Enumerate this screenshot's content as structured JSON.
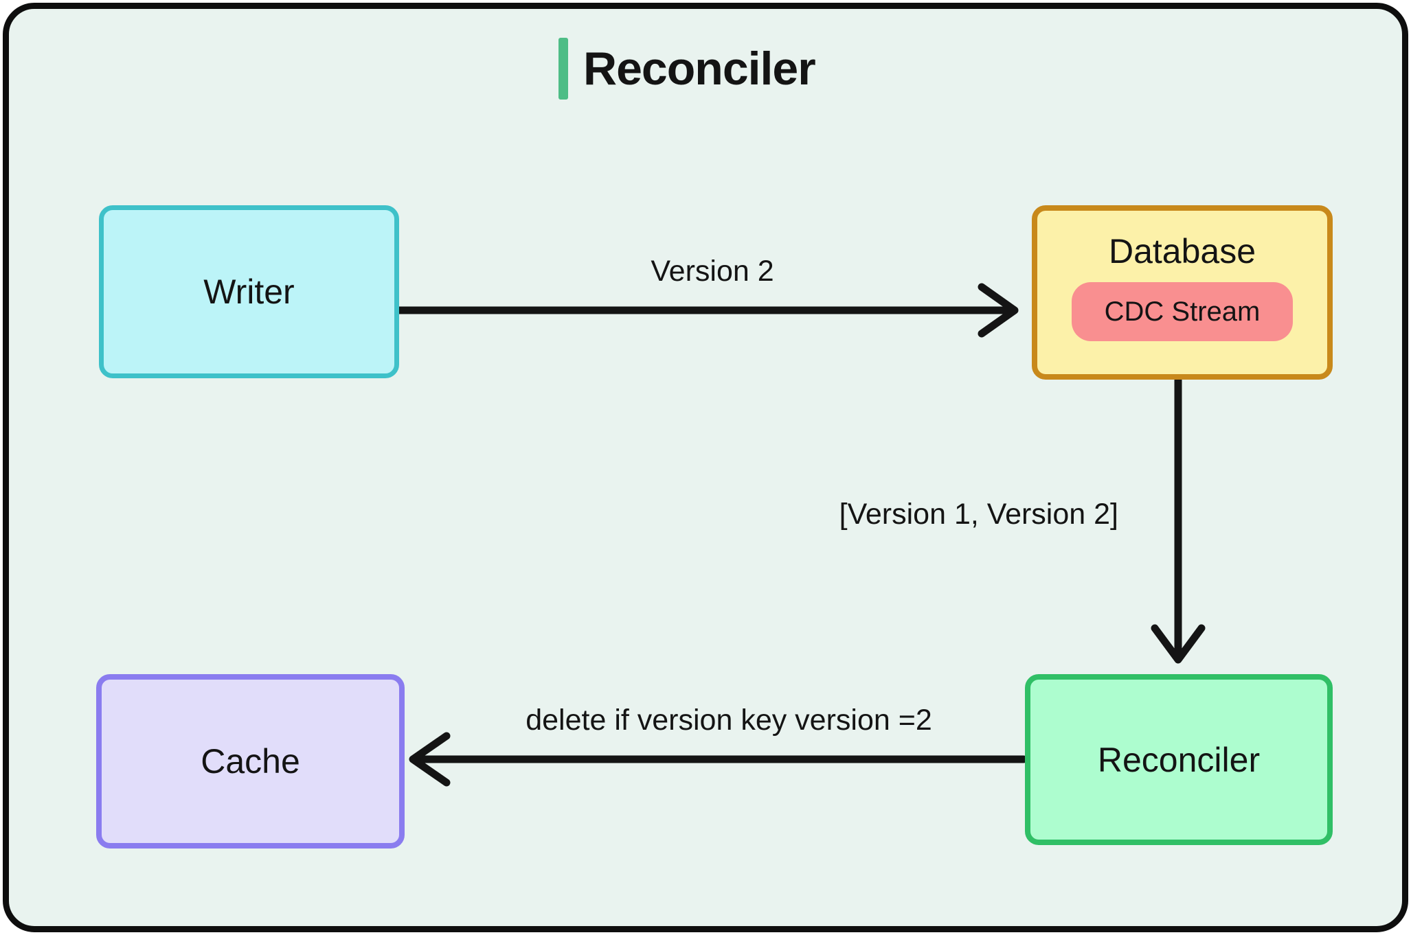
{
  "title": "Reconciler",
  "theme": {
    "page_background": "#E9F3EF",
    "frame_border_color": "#0e0e0e",
    "title_accent_bar_color": "#4EBD86",
    "arrow_color": "#141414",
    "text_color": "#141414"
  },
  "nodes": {
    "writer": {
      "label": "Writer",
      "fill": "#BCF4F8",
      "border": "#3EC1C9"
    },
    "database": {
      "label": "Database",
      "fill": "#FCF1A9",
      "border": "#C8891B",
      "children": [
        {
          "label": "CDC Stream",
          "fill": "#F98F90"
        }
      ]
    },
    "reconciler": {
      "label": "Reconciler",
      "fill": "#ADFDCF",
      "border": "#30BF66"
    },
    "cache": {
      "label": "Cache",
      "fill": "#E1DDFA",
      "border": "#8A7CEF"
    }
  },
  "edges": [
    {
      "from": "writer",
      "to": "database",
      "direction": "right",
      "label": "Version 2"
    },
    {
      "from": "database",
      "to": "reconciler",
      "direction": "down",
      "label": "[Version 1, Version 2]"
    },
    {
      "from": "reconciler",
      "to": "cache",
      "direction": "left",
      "label": "delete if version key version =2"
    }
  ]
}
